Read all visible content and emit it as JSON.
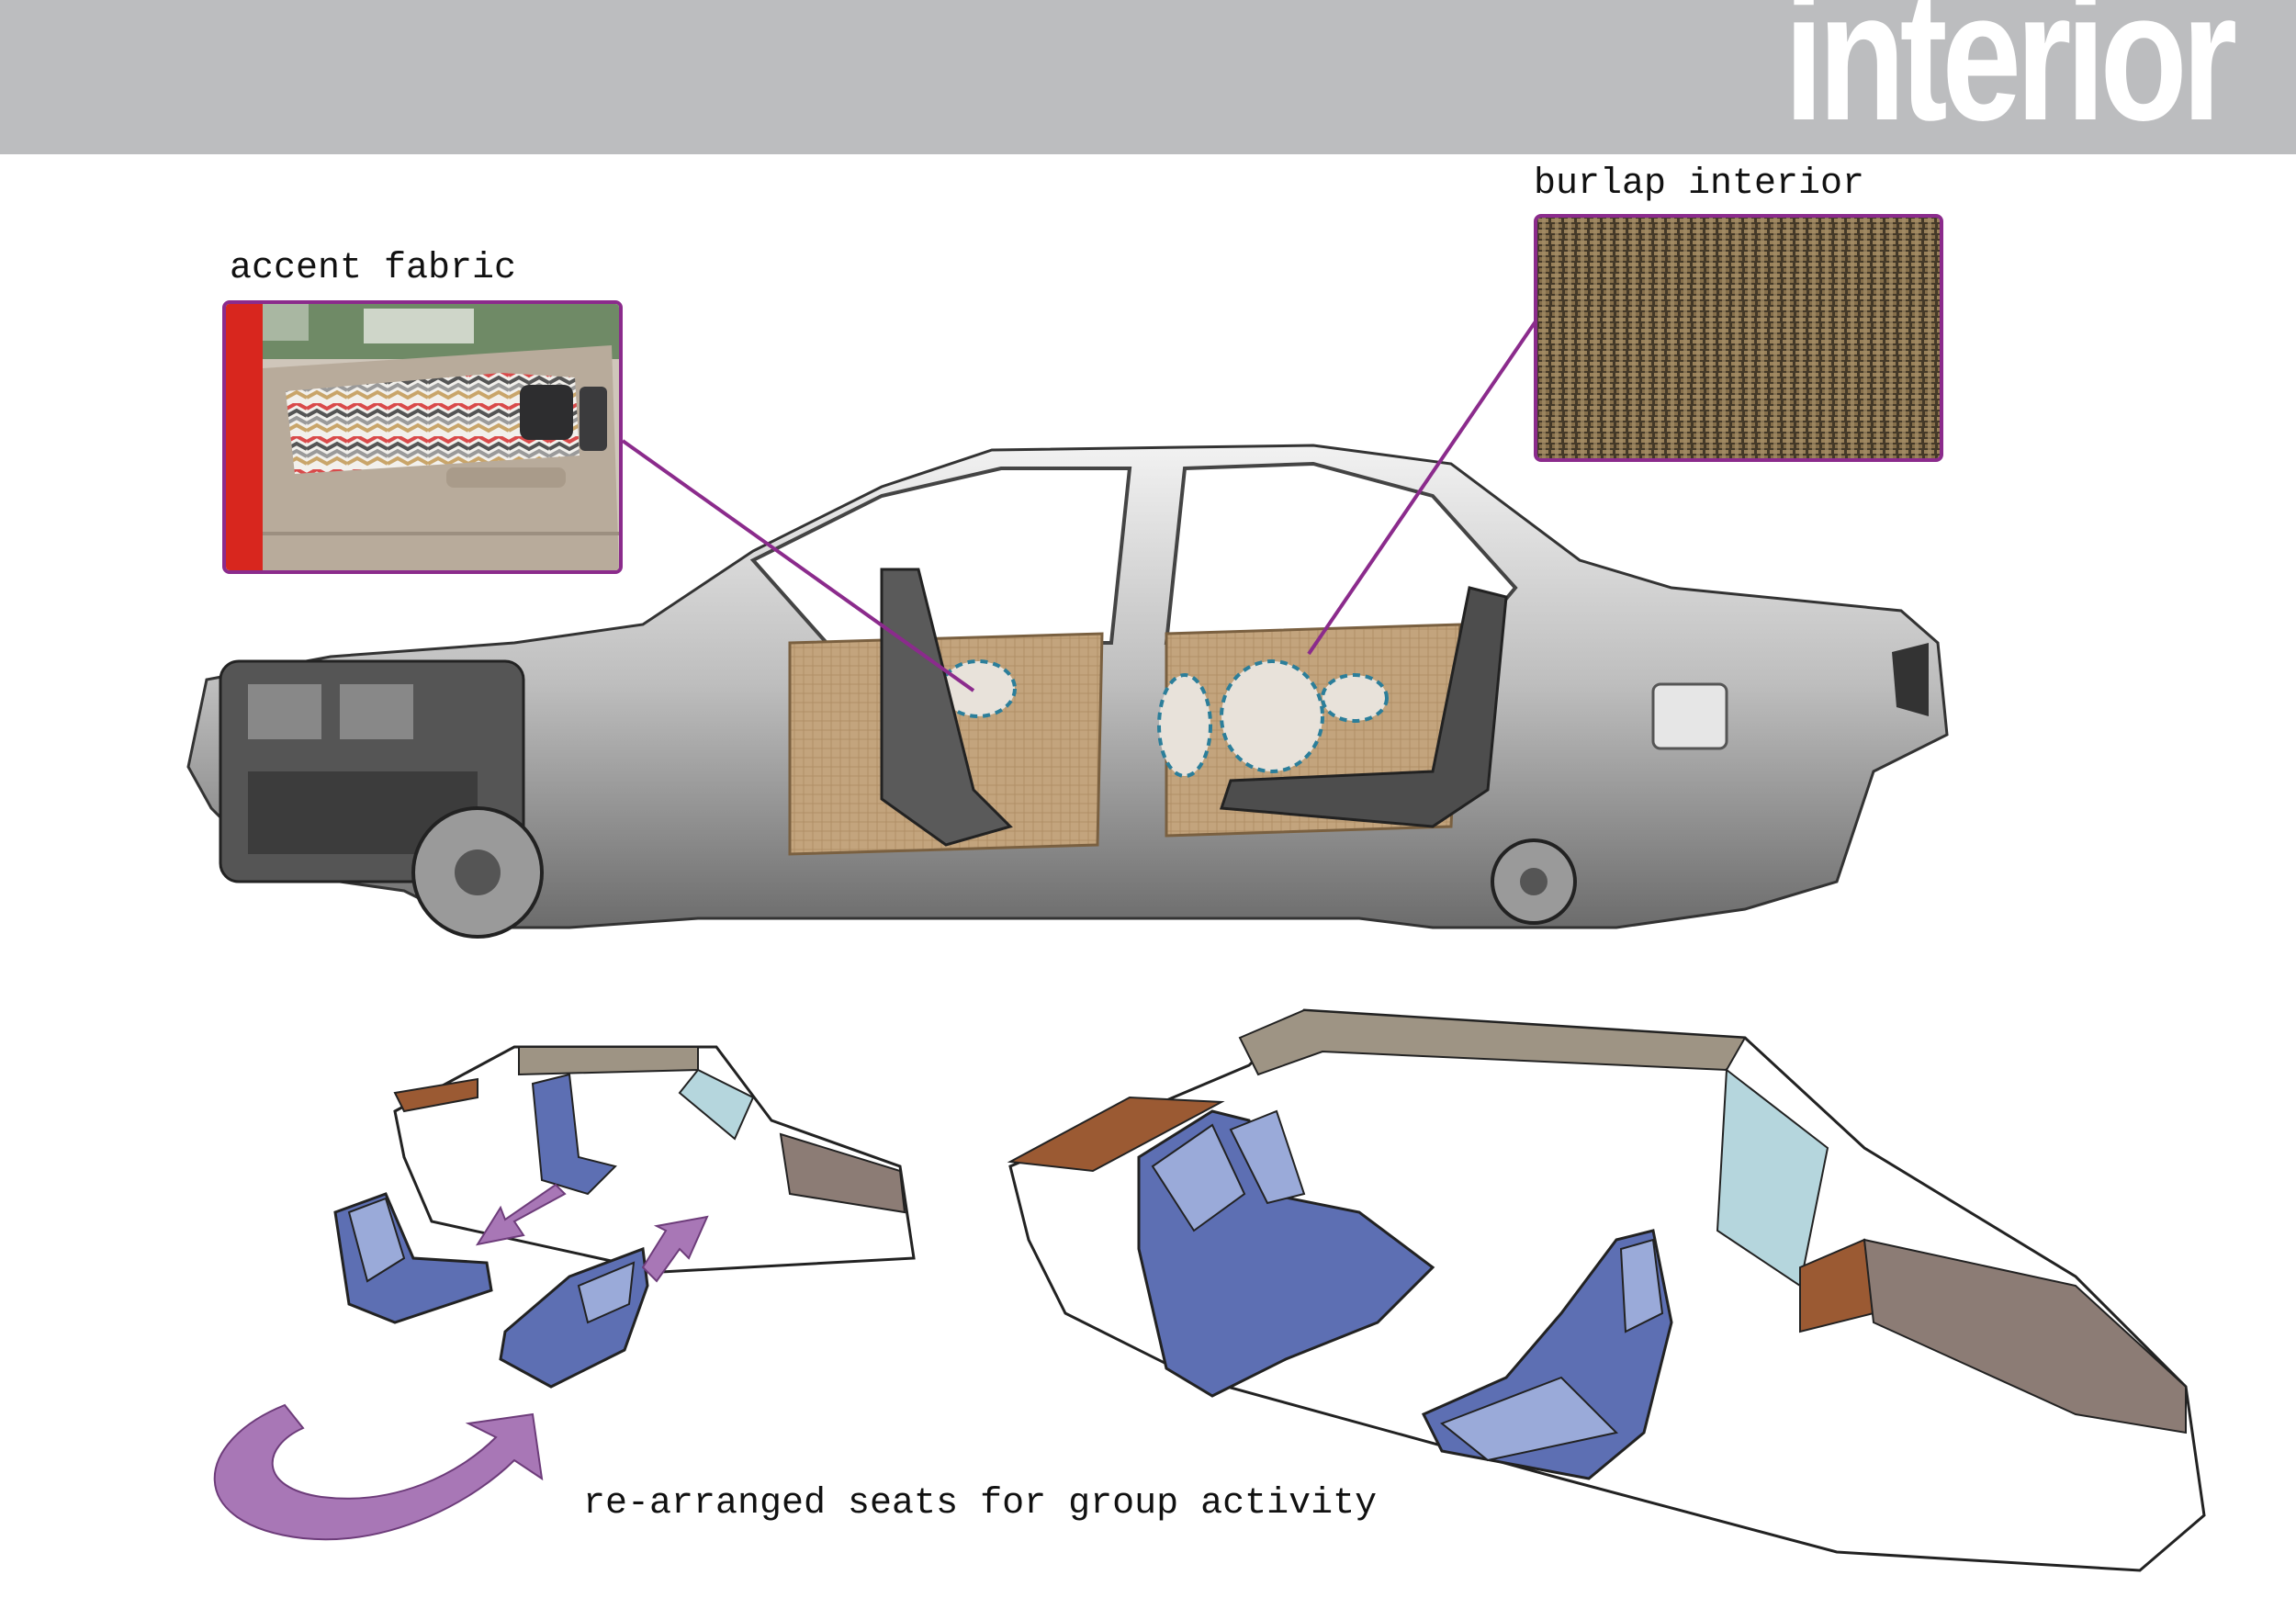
{
  "header": {
    "title": "interior",
    "bar_color": "#bcbdbf"
  },
  "callouts": {
    "accent_fabric": {
      "label": "accent fabric"
    },
    "burlap": {
      "label": "burlap interior"
    }
  },
  "caption": "re-arranged seats for group activity",
  "colors": {
    "callout_line": "#8b2b8c",
    "arrow": "#a877b6",
    "seat": "#5d6fb3",
    "seat_light": "#9aaad9",
    "roof": "#9e9484",
    "dash_brown": "#9b5a33",
    "glass": "#b5d6dd",
    "burlap": "#a48a62"
  }
}
